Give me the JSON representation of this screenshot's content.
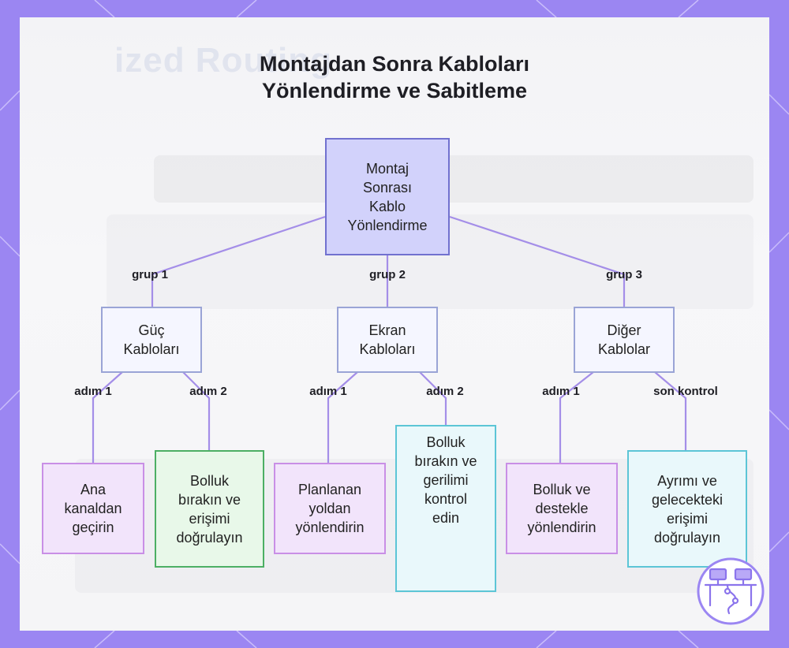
{
  "title_lines": [
    "Montajdan Sonra Kabloları",
    "Yönlendirme ve Sabitleme"
  ],
  "background_text": "ized Routing",
  "root": {
    "lines": [
      "Montaj",
      "Sonrası",
      "Kablo",
      "Yönlendirme"
    ]
  },
  "groups": [
    {
      "edge_label": "grup 1",
      "lines": [
        "Güç",
        "Kabloları"
      ],
      "children": [
        {
          "edge_label": "adım 1",
          "lines": [
            "Ana",
            "kanaldan",
            "geçirin"
          ],
          "style": "purple"
        },
        {
          "edge_label": "adım 2",
          "lines": [
            "Bolluk",
            "bırakın ve",
            "erişimi",
            "doğrulayın"
          ],
          "style": "green"
        }
      ]
    },
    {
      "edge_label": "grup 2",
      "lines": [
        "Ekran",
        "Kabloları"
      ],
      "children": [
        {
          "edge_label": "adım 1",
          "lines": [
            "Planlanan",
            "yoldan",
            "yönlendirin"
          ],
          "style": "purple"
        },
        {
          "edge_label": "adım 2",
          "lines": [
            "Bolluk",
            "bırakın ve",
            "gerilimi",
            "kontrol",
            "edin"
          ],
          "style": "cyan"
        }
      ]
    },
    {
      "edge_label": "grup 3",
      "lines": [
        "Diğer",
        "Kablolar"
      ],
      "children": [
        {
          "edge_label": "adım 1",
          "lines": [
            "Bolluk ve",
            "destekle",
            "yönlendirin"
          ],
          "style": "purple"
        },
        {
          "edge_label": "son kontrol",
          "lines": [
            "Ayrımı ve",
            "gelecekteki",
            "erişimi",
            "doğrulayın"
          ],
          "style": "cyan"
        }
      ]
    }
  ],
  "colors": {
    "frame": "#9b86f2",
    "connector": "#a48ee8",
    "root_fill": "#d2d2fb",
    "root_border": "#7171cf"
  },
  "logo_icon": "desk-network-icon"
}
